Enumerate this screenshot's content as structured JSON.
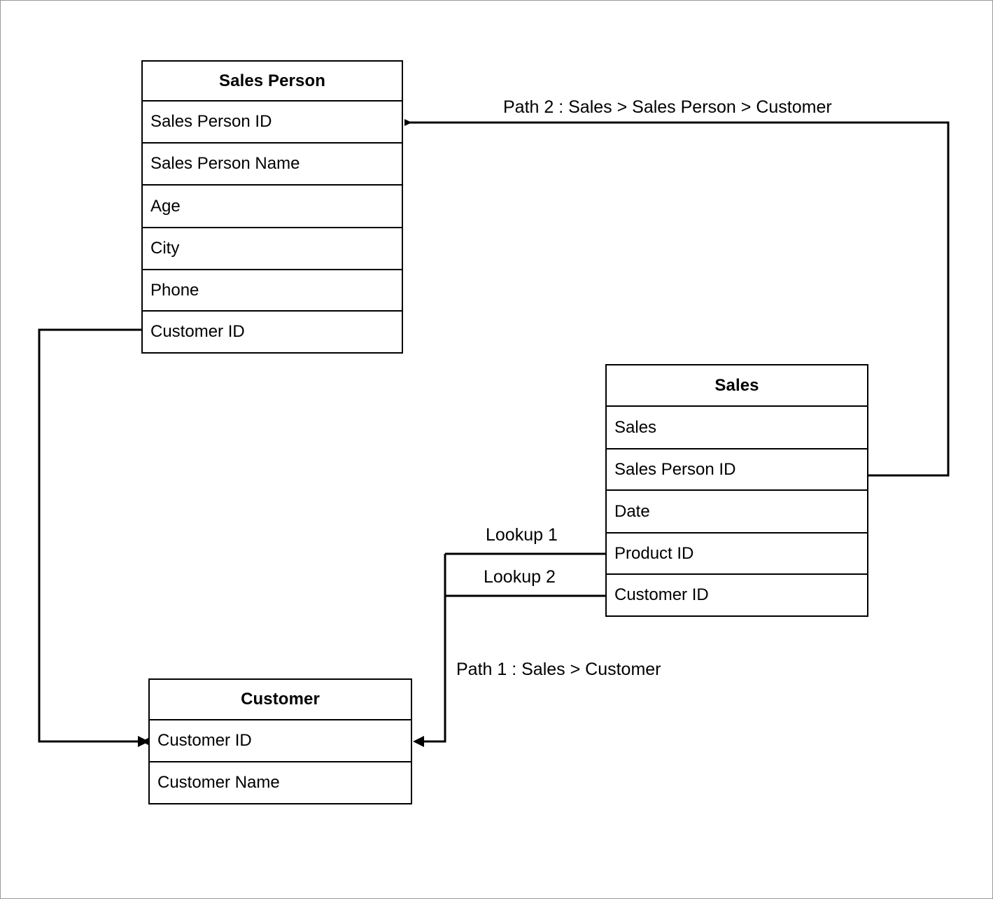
{
  "diagram": {
    "title": "Entity relationship path diagram",
    "background_color": "#ffffff",
    "line_color": "#000000",
    "border_color": "#9a9a9a"
  },
  "entities": [
    {
      "id": "sales-person",
      "title": "Sales Person",
      "fields": [
        "Sales Person ID",
        "Sales Person Name",
        "Age",
        "City",
        "Phone",
        "Customer ID"
      ]
    },
    {
      "id": "sales",
      "title": "Sales",
      "fields": [
        "Sales",
        "Sales Person ID",
        "Date",
        "Product ID",
        "Customer ID"
      ]
    },
    {
      "id": "customer",
      "title": "Customer",
      "fields": [
        "Customer ID",
        "Customer Name"
      ]
    }
  ],
  "edge_labels": {
    "path2": "Path 2 : Sales > Sales Person > Customer",
    "lookup1": "Lookup 1",
    "lookup2": "Lookup 2",
    "path1": "Path 1 : Sales > Customer"
  }
}
